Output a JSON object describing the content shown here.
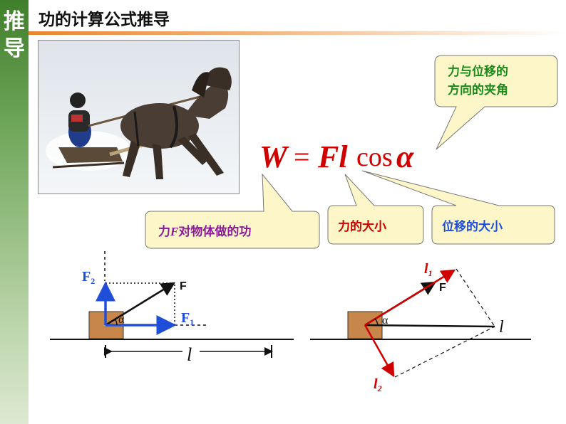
{
  "sidebar": {
    "chars": [
      "推",
      "导"
    ]
  },
  "title": "功的计算公式推导",
  "formula": {
    "W": "W",
    "eq": "=",
    "Fl": "Fl",
    "cos": "cos",
    "alpha": "α"
  },
  "callouts": {
    "angle": {
      "line1": "力与位移的",
      "line2": "方向的夹角"
    },
    "work": {
      "prefix": "力",
      "F": "F",
      "suffix": "对物体做的功"
    },
    "force": "力的大小",
    "displacement": "位移的大小"
  },
  "figure_left": {
    "F2": "F",
    "F2_sub": "2",
    "F": "F",
    "F1": "F",
    "F1_sub": "1",
    "alpha": "α",
    "l": "l"
  },
  "figure_right": {
    "l1": "l",
    "l1_sub": "1",
    "F": "F",
    "alpha": "α",
    "l": "l",
    "l2": "l",
    "l2_sub": "2"
  },
  "colors": {
    "accent": "#e8862c",
    "sidebar": "#3f7f2a",
    "callout_fill": "#fdf6c8",
    "red": "#d00000",
    "blue": "#1f4fd8",
    "green": "#1a8a1a",
    "block": "#c8874a"
  }
}
